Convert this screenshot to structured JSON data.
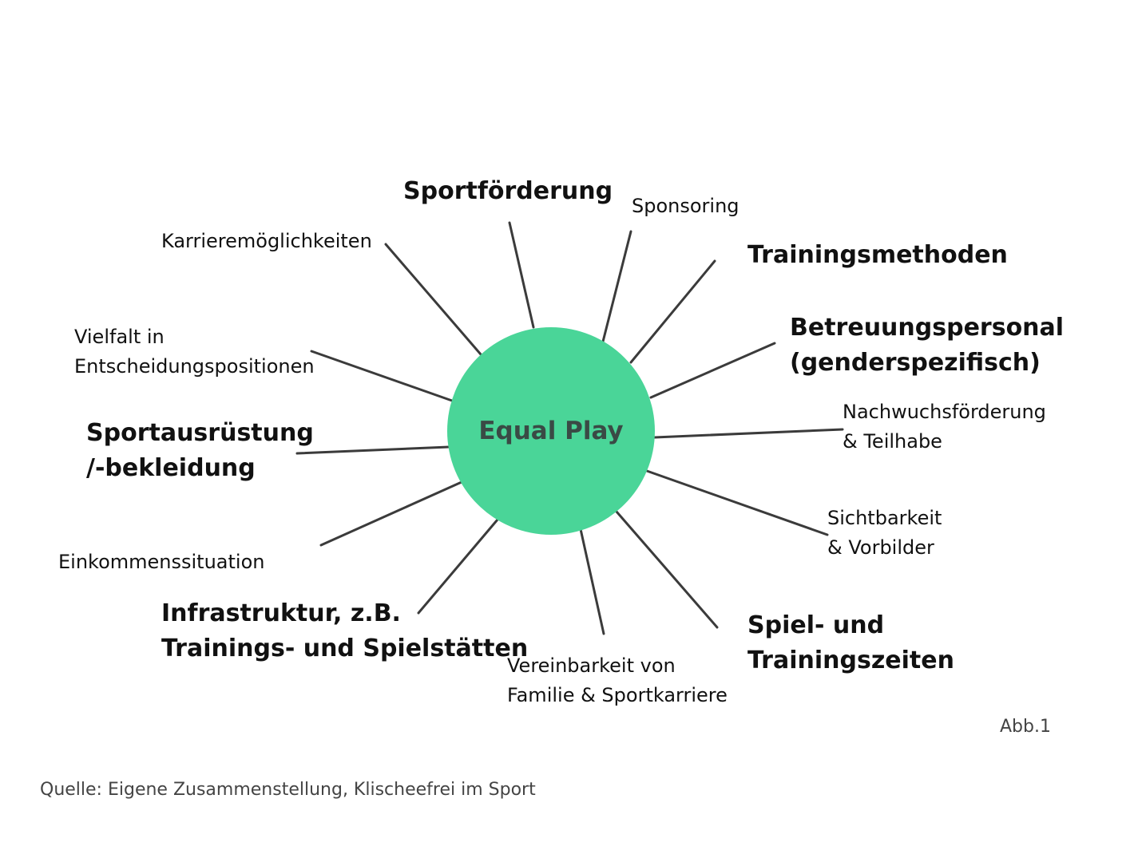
{
  "hub": {
    "label": "Equal Play",
    "color": "#4ad598"
  },
  "line_color": "#3b3b3b",
  "labels": {
    "sportfoerderung": "Sportförderung",
    "sponsoring": "Sponsoring",
    "karriere": "Karrieremöglichkeiten",
    "trainingsmethoden": "Trainingsmethoden",
    "betreuung": [
      "Betreuungspersonal",
      "(genderspezifisch)"
    ],
    "vielfalt": [
      "Vielfalt in",
      "Entscheidungspositionen"
    ],
    "nachwuchs": [
      "Nachwuchsförderung",
      "& Teilhabe"
    ],
    "sportausruestung": [
      "Sportausrüstung",
      "/-bekleidung"
    ],
    "sichtbarkeit": [
      "Sichtbarkeit",
      "& Vorbilder"
    ],
    "einkommen": "Einkommenssituation",
    "infrastruktur": [
      "Infrastruktur, z.B.",
      "Trainings- und Spielstätten"
    ],
    "spielzeiten": [
      "Spiel- und",
      "Trainingszeiten"
    ],
    "vereinbarkeit": [
      "Vereinbarkeit von",
      "Familie & Sportkarriere"
    ]
  },
  "figure_label": "Abb.1",
  "source": "Quelle: Eigene Zusammenstellung, Klischeefrei im Sport"
}
